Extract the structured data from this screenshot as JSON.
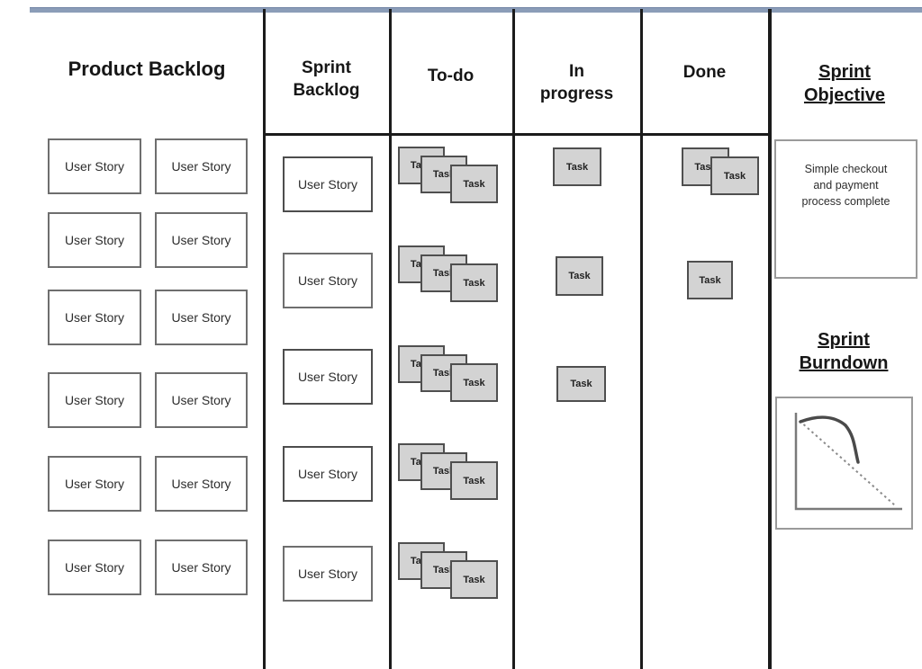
{
  "titles": {
    "product_backlog": "Product Backlog",
    "sprint_backlog": "Sprint Backlog",
    "todo": "To-do",
    "in_progress": "In progress",
    "done": "Done",
    "sprint_objective": "Sprint Objective",
    "sprint_burndown": "Sprint Burndown"
  },
  "labels": {
    "user_story": "User Story",
    "task": "Task"
  },
  "sprint_objective_note": "Simple checkout and payment process complete",
  "burndown_chart": {
    "type": "line",
    "title": "Sprint Burndown",
    "axes_labeled": false,
    "series": [
      {
        "name": "ideal",
        "style": "dotted straight diagonal, top-left to bottom-right"
      },
      {
        "name": "actual",
        "style": "solid, flat near top then steep drop ending mid-chart"
      }
    ]
  },
  "colors": {
    "top_rule": "#8b9db8",
    "grid_line": "#1b1b1b",
    "task_fill": "#d3d3d3",
    "card_border": "#6e6e6e",
    "task_border": "#4f4f4f",
    "panel_border": "#9a9a9a"
  }
}
